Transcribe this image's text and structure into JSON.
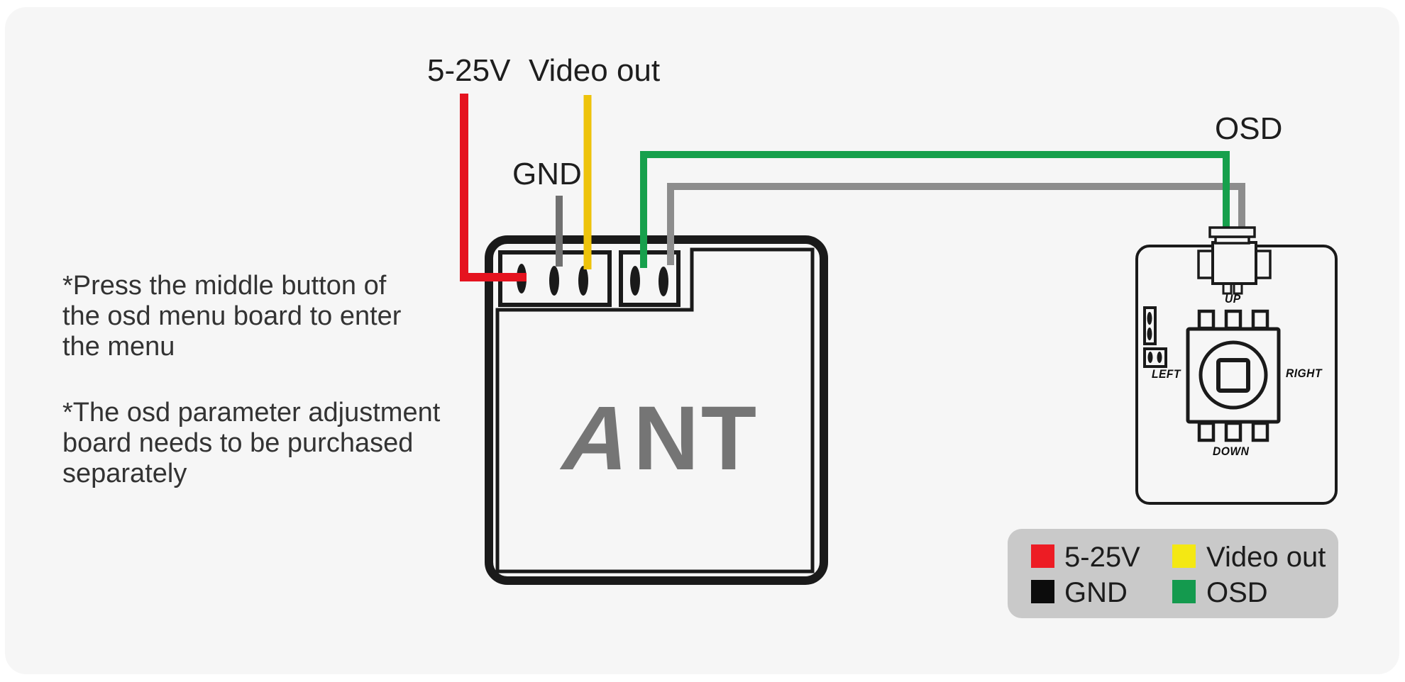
{
  "labels": {
    "power": "5-25V",
    "video_out": "Video out",
    "gnd": "GND",
    "osd": "OSD"
  },
  "camera": {
    "logo_a": "A",
    "logo_nt": "NT"
  },
  "osd_board": {
    "up": "UP",
    "down": "DOWN",
    "left": "LEFT",
    "right": "RIGHT"
  },
  "notes": {
    "note1_lines": [
      "*Press the middle button of",
      "the osd menu board to enter",
      "the menu"
    ],
    "note2_lines": [
      "*The osd parameter adjustment",
      "board needs to be purchased",
      "separately"
    ]
  },
  "legend": {
    "bg": "#c9c9c9",
    "items": [
      {
        "label": "5-25V",
        "color": "#ed1c24"
      },
      {
        "label": "Video out",
        "color": "#f4e813"
      },
      {
        "label": "GND",
        "color": "#0c0c0c"
      },
      {
        "label": "OSD",
        "color": "#149a4e"
      }
    ]
  },
  "colors": {
    "power_wire": "#e5131f",
    "video_wire": "#eec30b",
    "gnd_wire": "#707070",
    "osd_wire": "#17a04c",
    "osd_gnd_wire": "#8d8d8d"
  }
}
